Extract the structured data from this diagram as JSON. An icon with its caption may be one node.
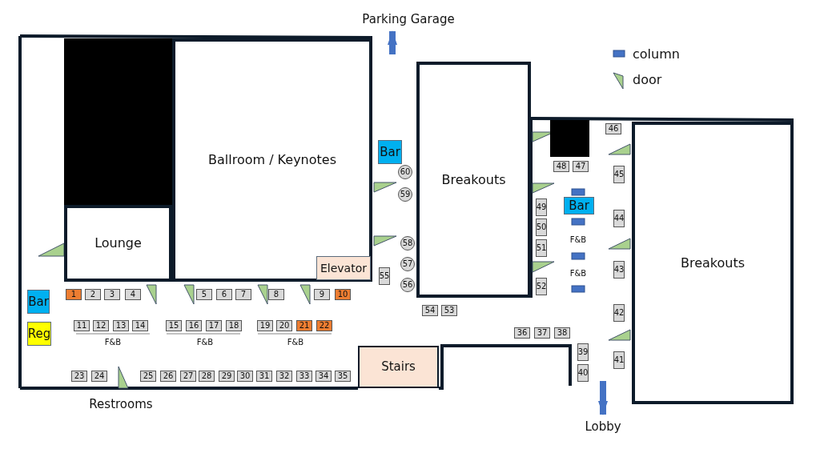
{
  "diagram": {
    "nodes": [
      {
        "text": [
          "Parking Garage"
        ]
      },
      {
        "text": [],
        "shape": "box"
      },
      {
        "text": [
          "Ballroom / Keynotes"
        ]
      },
      {
        "text": [
          "Lounge"
        ]
      },
      {
        "text": [
          "Bar"
        ]
      },
      {
        "text": [
          "Breakouts"
        ]
      },
      {
        "text": [],
        "shape": "box"
      },
      {
        "text": [
          "Bar"
        ]
      },
      {
        "text": [
          "Breakouts"
        ]
      },
      {
        "text": [
          "Elevator"
        ],
        "in": 2
      },
      {
        "text": [
          "Bar"
        ]
      },
      {
        "text": [
          "Reg"
        ]
      },
      {
        "text": [
          "Stairs"
        ]
      },
      {
        "text": [
          "Restrooms"
        ]
      },
      {
        "text": [
          "Lobby"
        ]
      },
      {
        "text": [
          "1"
        ]
      },
      {
        "text": [
          "2"
        ]
      },
      {
        "text": [
          "3"
        ]
      },
      {
        "text": [
          "4"
        ]
      },
      {
        "text": [
          "5"
        ]
      },
      {
        "text": [
          "6"
        ]
      },
      {
        "text": [
          "7"
        ]
      },
      {
        "text": [
          "8"
        ]
      },
      {
        "text": [
          "9"
        ]
      },
      {
        "text": [
          "10"
        ]
      },
      {
        "text": [
          "11"
        ]
      },
      {
        "text": [
          "12"
        ]
      },
      {
        "text": [
          "13"
        ]
      },
      {
        "text": [
          "14"
        ]
      },
      {
        "text": [
          "15"
        ]
      },
      {
        "text": [
          "16"
        ]
      },
      {
        "text": [
          "17"
        ]
      },
      {
        "text": [
          "18"
        ]
      },
      {
        "text": [
          "19"
        ]
      },
      {
        "text": [
          "20"
        ]
      },
      {
        "text": [
          "21"
        ]
      },
      {
        "text": [
          "22"
        ]
      },
      {
        "text": [
          "23"
        ]
      },
      {
        "text": [
          "24"
        ]
      },
      {
        "text": [
          "25"
        ]
      },
      {
        "text": [
          "26"
        ]
      },
      {
        "text": [
          "27"
        ]
      },
      {
        "text": [
          "28"
        ]
      },
      {
        "text": [
          "29"
        ]
      },
      {
        "text": [
          "30"
        ]
      },
      {
        "text": [
          "31"
        ]
      },
      {
        "text": [
          "32"
        ]
      },
      {
        "text": [
          "33"
        ]
      },
      {
        "text": [
          "34"
        ]
      },
      {
        "text": [
          "35"
        ]
      },
      {
        "text": [
          "36"
        ]
      },
      {
        "text": [
          "37"
        ]
      },
      {
        "text": [
          "38"
        ]
      },
      {
        "text": [
          "39"
        ]
      },
      {
        "text": [
          "40"
        ]
      },
      {
        "text": [
          "41"
        ]
      },
      {
        "text": [
          "42"
        ]
      },
      {
        "text": [
          "43"
        ]
      },
      {
        "text": [
          "44"
        ]
      },
      {
        "text": [
          "45"
        ]
      },
      {
        "text": [
          "46"
        ]
      },
      {
        "text": [
          "47"
        ]
      },
      {
        "text": [
          "48"
        ]
      },
      {
        "text": [
          "49"
        ]
      },
      {
        "text": [
          "50"
        ]
      },
      {
        "text": [
          "51"
        ]
      },
      {
        "text": [
          "52"
        ]
      },
      {
        "text": [
          "53"
        ]
      },
      {
        "text": [
          "54"
        ]
      },
      {
        "text": [
          "55"
        ]
      },
      {
        "text": [
          "56"
        ]
      },
      {
        "text": [
          "57"
        ]
      },
      {
        "text": [
          "58"
        ]
      },
      {
        "text": [
          "59"
        ]
      },
      {
        "text": [
          "60"
        ]
      }
    ],
    "edges": [
      {
        "from": null,
        "to": 0,
        "arrow": "to"
      },
      {
        "from": null,
        "to": 14,
        "arrow": "to"
      }
    ],
    "labels": [
      "F&B",
      "F&B",
      "F&B",
      "F&B",
      "F&B"
    ],
    "legend": [
      {
        "text": "column",
        "color": "#4472c4"
      },
      {
        "text": "door"
      }
    ]
  }
}
